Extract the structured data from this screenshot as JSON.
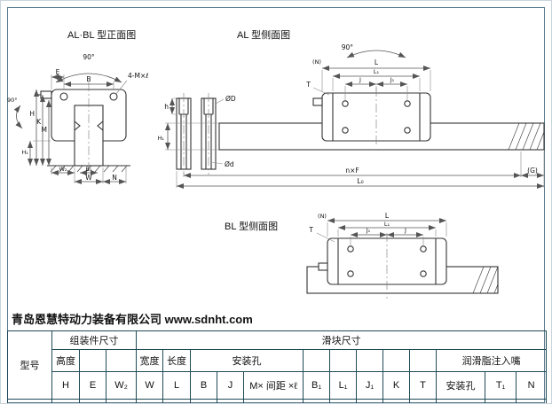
{
  "window": {
    "company_line": "青岛恩慧特动力装备有限公司 www.sdnht.com"
  },
  "diagrams": {
    "front": {
      "title": "AL·BL 型正面图",
      "labels": {
        "arc_top": "90°",
        "arc_left": "90°",
        "e": "E",
        "b": "B",
        "holes": "4-M×ℓ",
        "h": "H",
        "k": "K",
        "m": "M",
        "h1": "H₁",
        "w2": "W₂",
        "b1": "B₁",
        "w": "W",
        "n": "N"
      }
    },
    "side_al": {
      "title": "AL 型侧面图",
      "labels": {
        "arc": "90°",
        "n_top": "(N)",
        "t": "T",
        "l": "L",
        "l1": "L₁",
        "j": "J",
        "j1": "J₁",
        "phi_D": "ØD",
        "phi_d": "Ød",
        "h": "h",
        "h1": "H₁",
        "n_f": "n×F",
        "g": "(G)",
        "l0": "L₀"
      }
    },
    "side_bl": {
      "title": "BL 型侧面图",
      "labels": {
        "n_top": "(N)",
        "t": "T",
        "l": "L",
        "l1": "L₁",
        "j1": "J₁",
        "j": "J"
      }
    }
  },
  "table": {
    "model": "型号",
    "assembly": "组装件尺寸",
    "block": "滑块尺寸",
    "height": "高度",
    "width": "宽度",
    "length": "长度",
    "mount": "安装孔",
    "grease": "润滑脂注入嘴",
    "cols": {
      "h": "H",
      "e": "E",
      "w2": "W₂",
      "w": "W",
      "l": "L",
      "b": "B",
      "j": "J",
      "m": "M× 间距 ×ℓ",
      "b1": "B₁",
      "l1": "L₁",
      "j1": "J₁",
      "k": "K",
      "t": "T",
      "mount_hole": "安装孔",
      "t1": "T₁",
      "n": "N"
    }
  }
}
